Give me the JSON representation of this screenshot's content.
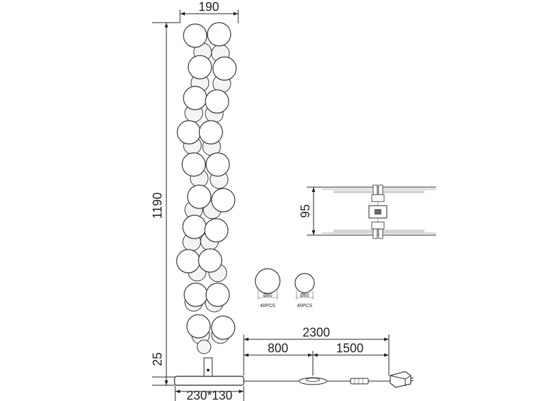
{
  "dimensions": {
    "width_top": "190",
    "height": "1190",
    "base_height": "25",
    "base_size": "230*130",
    "cable_total": "2300",
    "cable_to_switch": "800",
    "cable_switch_to_plug": "1500",
    "mount_gap": "95"
  },
  "legend": {
    "large_ball": {
      "diameter": "Ø80",
      "count": "40PCS"
    },
    "small_ball": {
      "diameter": "Ø60",
      "count": "40PCS"
    }
  }
}
